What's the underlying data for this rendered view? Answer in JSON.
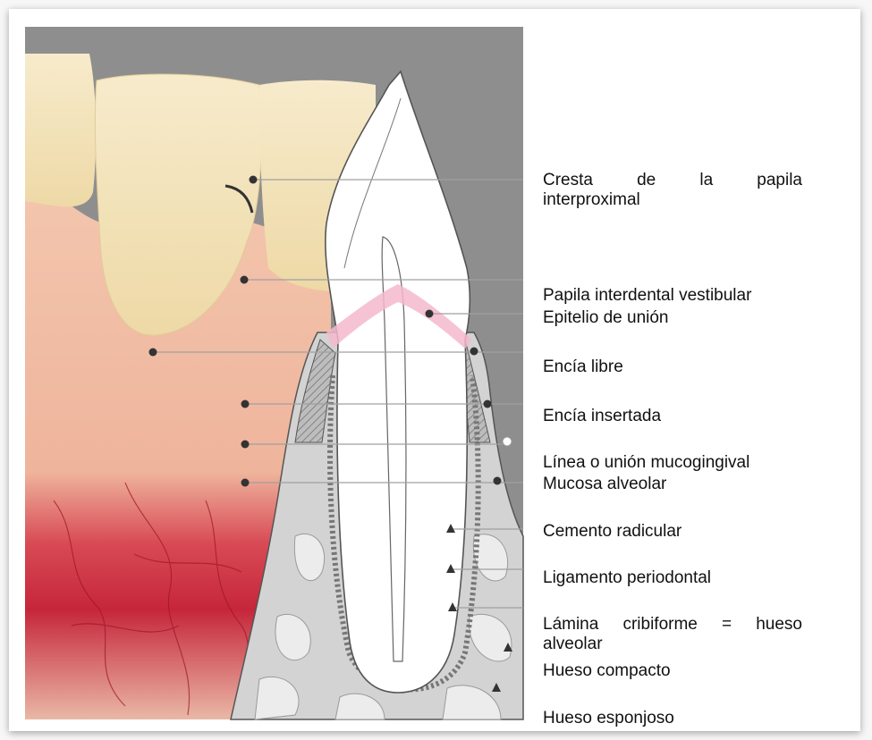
{
  "labels": {
    "cresta_line1_words": [
      "Cresta",
      "de",
      "la",
      "papila"
    ],
    "cresta_line2": "interproximal",
    "papila_interdental": "Papila interdental vestibular",
    "epitelio_union": "Epitelio de unión",
    "encia_libre": "Encía libre",
    "encia_insertada": "Encía insertada",
    "linea_mucogingival": "Línea o unión mucogingival",
    "mucosa_alveolar": "Mucosa alveolar",
    "cemento_radicular": "Cemento radicular",
    "ligamento_periodontal": "Ligamento periodontal",
    "lamina_line1_words": [
      "Lámina",
      "cribiforme",
      "=",
      "hueso"
    ],
    "lamina_line2": "alveolar",
    "hueso_compacto": "Hueso compacto",
    "hueso_esponjoso": "Hueso esponjoso"
  },
  "colors": {
    "photo_background": "#8f8f8f",
    "tooth_crown": "#f4e6bf",
    "gingiva": "#f0b8a0",
    "alveolar_mucosa": "#c8283a",
    "bone": "#cfcfcf",
    "junctional_epithelium": "#f4b8cc",
    "leader_lines": "#9a9a9a",
    "markers": "#333333"
  }
}
